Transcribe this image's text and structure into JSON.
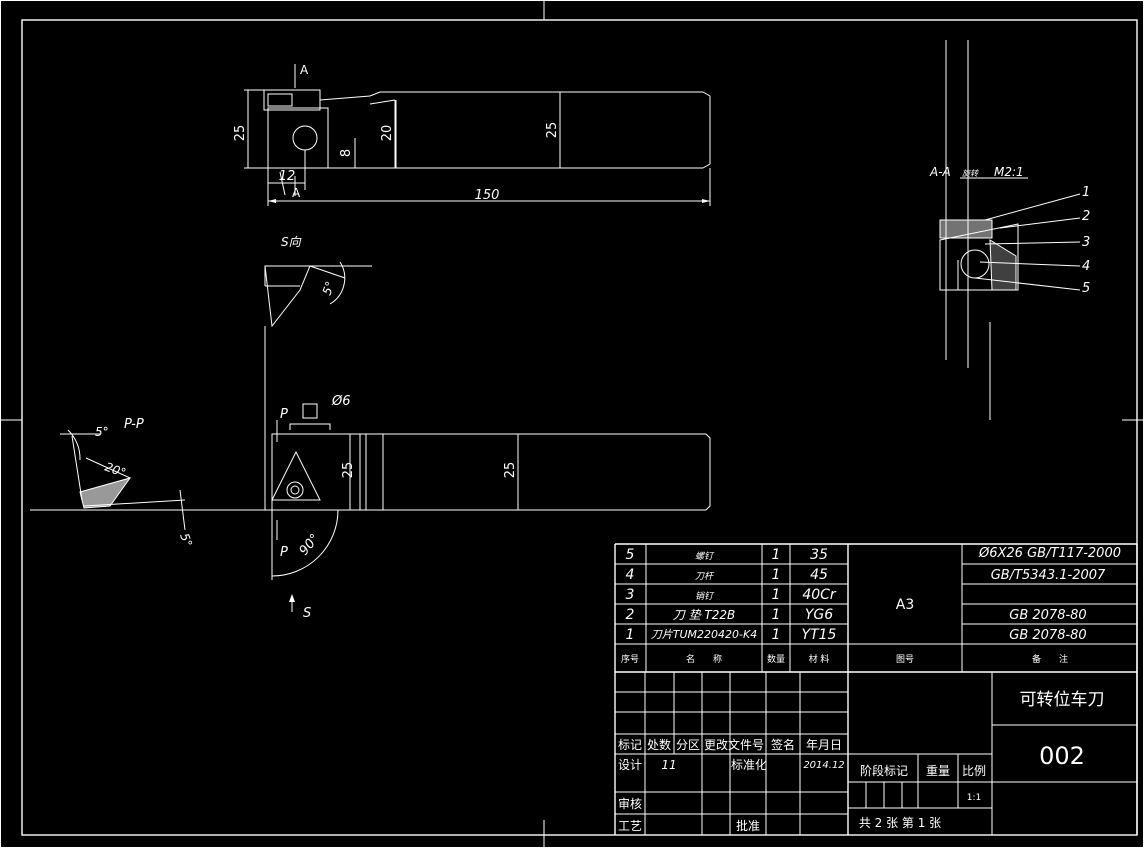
{
  "drawing": {
    "top_view": {
      "section_mark_top": "A",
      "section_mark_bottom": "A",
      "dims": {
        "height_left": "25",
        "height_mid": "20",
        "height_right": "25",
        "small_h": "8",
        "width_small": "12",
        "length": "150"
      }
    },
    "s_view": {
      "label": "S向",
      "angle": "5°"
    },
    "front_view": {
      "dims": {
        "diameter": "Ø6",
        "h_left": "25",
        "h_right": "25",
        "angle_90": "90°"
      },
      "section_mark": "P",
      "section_mark2": "P",
      "s_arrow_label": "S"
    },
    "pp_section": {
      "label": "P-P",
      "angle_top": "5°",
      "angle_mid": "20°",
      "angle_bot": "5°"
    },
    "aa_section": {
      "label": "A-A",
      "label_small": "旋转",
      "scale": "M2:1",
      "callouts": [
        "1",
        "2",
        "3",
        "4",
        "5"
      ]
    }
  },
  "parts_list": {
    "rows": [
      {
        "no": "5",
        "name": "螺钉",
        "qty": "1",
        "material": "35",
        "remark": "Ø6X26 GB/T117-2000"
      },
      {
        "no": "4",
        "name": "刀杆",
        "qty": "1",
        "material": "45",
        "remark": "GB/T5343.1-2007"
      },
      {
        "no": "3",
        "name": "销钉",
        "qty": "1",
        "material": "40Cr",
        "remark": ""
      },
      {
        "no": "2",
        "name": "刀 垫 T22B",
        "qty": "1",
        "material": "YG6",
        "remark": "GB 2078-80"
      },
      {
        "no": "1",
        "name": "刀片TUM220420-K4",
        "qty": "1",
        "material": "YT15",
        "remark": "GB 2078-80"
      }
    ],
    "drawing_no": "A3",
    "headers": {
      "no": "序号",
      "name": "名　　称",
      "qty": "数量",
      "material": "材 料",
      "drawing": "图号",
      "remark": "备　　注"
    }
  },
  "title_block": {
    "title": "可转位车刀",
    "code": "002",
    "mark": "标记",
    "count": "处数",
    "zone": "分区",
    "change_doc": "更改文件号",
    "sign": "签名",
    "date": "年月日",
    "design": "设计",
    "designer": "11",
    "standardize": "标准化",
    "design_date": "2014.12",
    "stage_mark": "阶段标记",
    "weight": "重量",
    "scale_label": "比例",
    "scale": "1:1",
    "check": "审核",
    "process": "工艺",
    "approve": "批准",
    "sheets": "共 2 张  第 1 张"
  }
}
